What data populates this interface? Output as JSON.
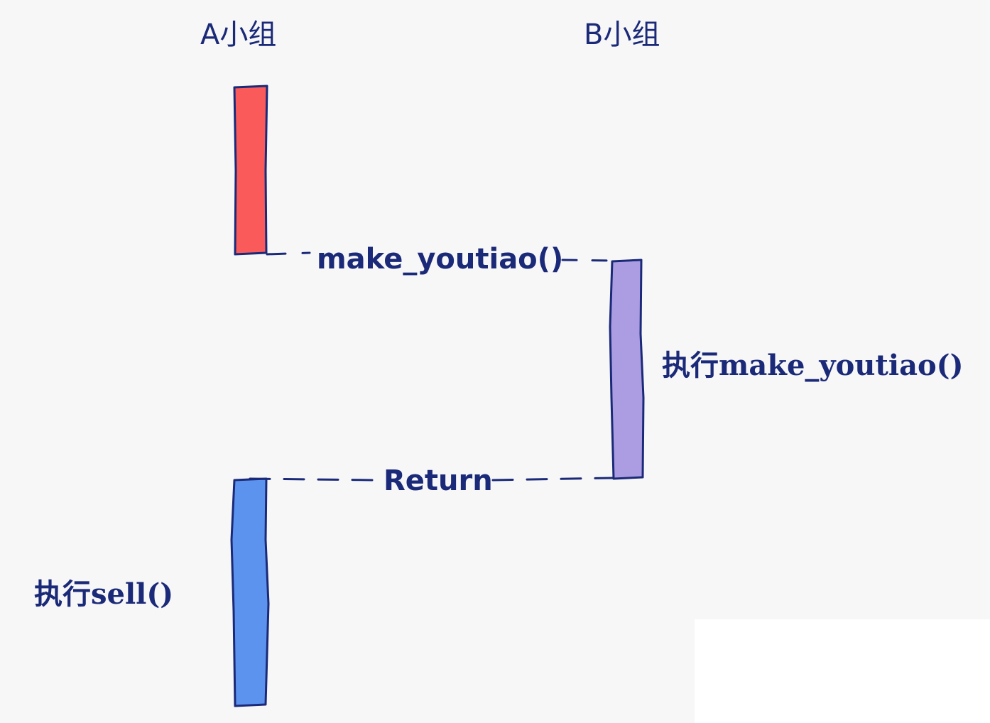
{
  "lanes": {
    "a": {
      "title": "A小组"
    },
    "b": {
      "title": "B小组"
    }
  },
  "messages": {
    "call": "make_youtiao()",
    "return": "Return"
  },
  "notes": {
    "b_exec": "执行make_youtiao()",
    "a_exec": "执行sell()"
  },
  "colors": {
    "ink": "#1b2a78",
    "a_active_before": "#fa5a5a",
    "b_active": "#ac9de3",
    "a_active_after": "#5b93ef",
    "background": "#f7f7f7"
  }
}
